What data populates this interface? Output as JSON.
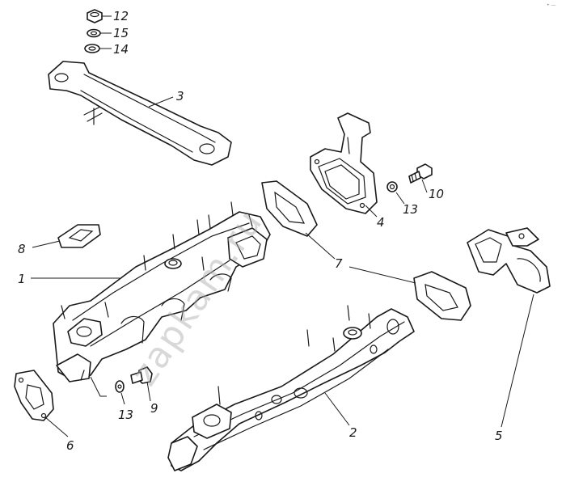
{
  "watermark": "zapkam.ru",
  "corner_mark": "• —",
  "callouts": {
    "c12": "12",
    "c15": "15",
    "c14": "14",
    "c3": "3",
    "c10": "10",
    "c13a": "13",
    "c4": "4",
    "c8": "8",
    "c7": "7",
    "c1": "1",
    "c6": "6",
    "c9": "9",
    "c13b": "13",
    "c2": "2",
    "c5": "5"
  },
  "colors": {
    "line": "#1a1a1a",
    "watermark": "#a9a9a9",
    "background": "#ffffff"
  }
}
